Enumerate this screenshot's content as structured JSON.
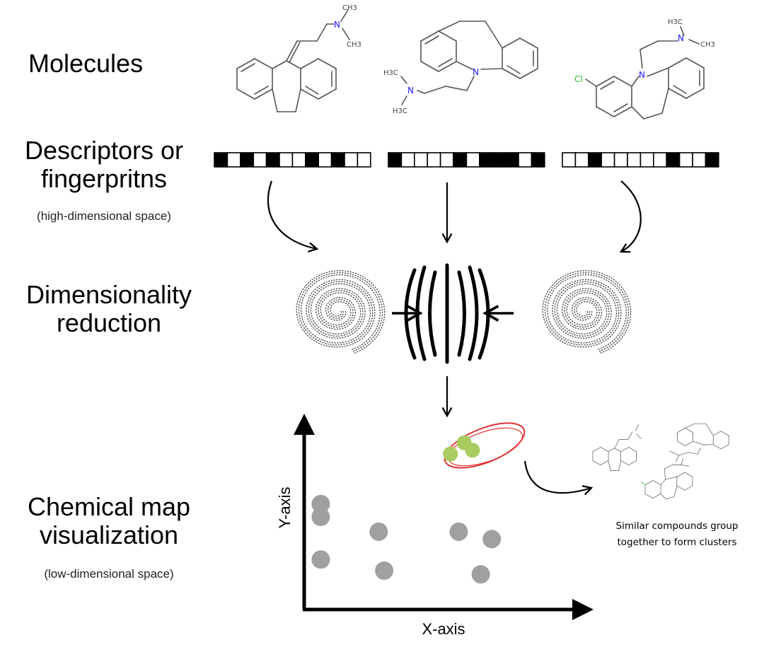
{
  "labels": {
    "molecules": "Molecules",
    "descriptors_line1": "Descriptors or",
    "descriptors_line2": "fingerpritns",
    "descriptors_sub": "(high-dimensional space)",
    "dimred_line1": "Dimensionality",
    "dimred_line2": "reduction",
    "chemmap_line1": "Chemical map",
    "chemmap_line2": "visualization",
    "chemmap_sub": "(low-dimensional space)"
  },
  "axes": {
    "x_label": "X-axis",
    "y_label": "Y-axis"
  },
  "cluster_note": {
    "line1": "Similar compounds group",
    "line2": "together to form clusters"
  },
  "atoms": {
    "nitrogen": "N",
    "methyl": "CH3",
    "methyl_left": "H3C",
    "chlorine": "Cl"
  },
  "fingerprints": [
    [
      1,
      0,
      1,
      0,
      1,
      0,
      0,
      1,
      0,
      1,
      0,
      0
    ],
    [
      1,
      0,
      0,
      0,
      0,
      1,
      0,
      1,
      1,
      1,
      0,
      1
    ],
    [
      0,
      0,
      1,
      0,
      0,
      0,
      0,
      0,
      1,
      0,
      0,
      1
    ]
  ],
  "colors": {
    "cluster_point": "#a8cc5f",
    "other_point": "#a0a0a0",
    "cluster_ring": "#e03131",
    "nitrogen": "#1a1aff",
    "chlorine": "#22bb22"
  },
  "map_points": {
    "cluster": [
      [
        0.58,
        0.9
      ],
      [
        0.53,
        0.84
      ],
      [
        0.61,
        0.86
      ]
    ],
    "others": [
      [
        0.06,
        0.57
      ],
      [
        0.06,
        0.5
      ],
      [
        0.27,
        0.42
      ],
      [
        0.56,
        0.42
      ],
      [
        0.68,
        0.38
      ],
      [
        0.06,
        0.27
      ],
      [
        0.29,
        0.21
      ],
      [
        0.64,
        0.19
      ]
    ]
  },
  "icons": [
    "arrow-icon",
    "spiral-icon",
    "compression-icon"
  ]
}
